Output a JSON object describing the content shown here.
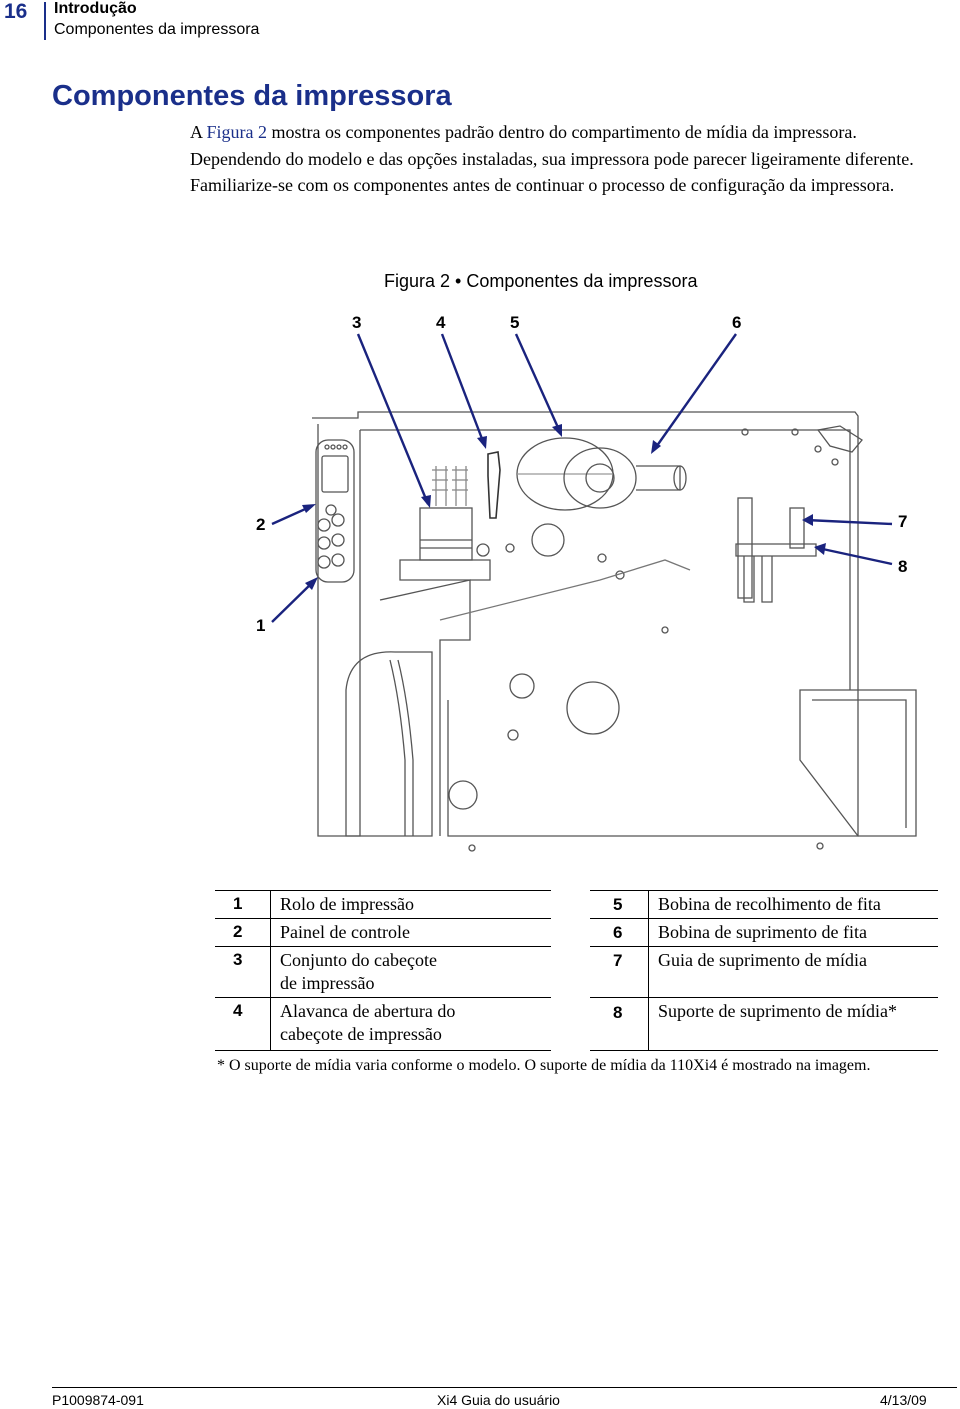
{
  "header": {
    "page_number": "16",
    "chapter": "Introdução",
    "section": "Componentes da impressora"
  },
  "title": "Componentes da impressora",
  "intro": {
    "before_link": "A ",
    "link": "Figura 2",
    "after_link": " mostra os componentes padrão dentro do compartimento de mídia da impressora. Dependendo do modelo e das opções instaladas, sua impressora pode parecer ligeiramente diferente. Familiarize-se com os componentes antes de continuar o processo de configuração da impressora."
  },
  "figure": {
    "caption": "Figura 2 • Componentes da impressora",
    "callouts": [
      "1",
      "2",
      "3",
      "4",
      "5",
      "6",
      "7",
      "8"
    ],
    "callout_color": "#1a237e",
    "title_color": "#1a2f8a"
  },
  "legend": {
    "left": [
      {
        "num": "1",
        "lines": [
          "Rolo de impressão"
        ]
      },
      {
        "num": "2",
        "lines": [
          "Painel de controle"
        ]
      },
      {
        "num": "3",
        "lines": [
          "Conjunto do cabeçote",
          "de impressão"
        ]
      },
      {
        "num": "4",
        "lines": [
          "Alavanca de abertura do",
          "cabeçote de impressão"
        ]
      }
    ],
    "right": [
      {
        "num": "5",
        "lines": [
          "Bobina de recolhimento de fita"
        ]
      },
      {
        "num": "6",
        "lines": [
          "Bobina de suprimento de fita"
        ]
      },
      {
        "num": "7",
        "lines": [
          "Guia de suprimento de mídia"
        ]
      },
      {
        "num": "8",
        "lines": [
          "Suporte de suprimento de mídia*"
        ]
      }
    ],
    "footnote": "*  O suporte de mídia varia conforme o modelo. O suporte de mídia da 110Xi4 é mostrado na imagem."
  },
  "footer": {
    "doc_id": "P1009874-091",
    "guide": "Xi4 Guia do usuário",
    "date": "4/13/09"
  }
}
